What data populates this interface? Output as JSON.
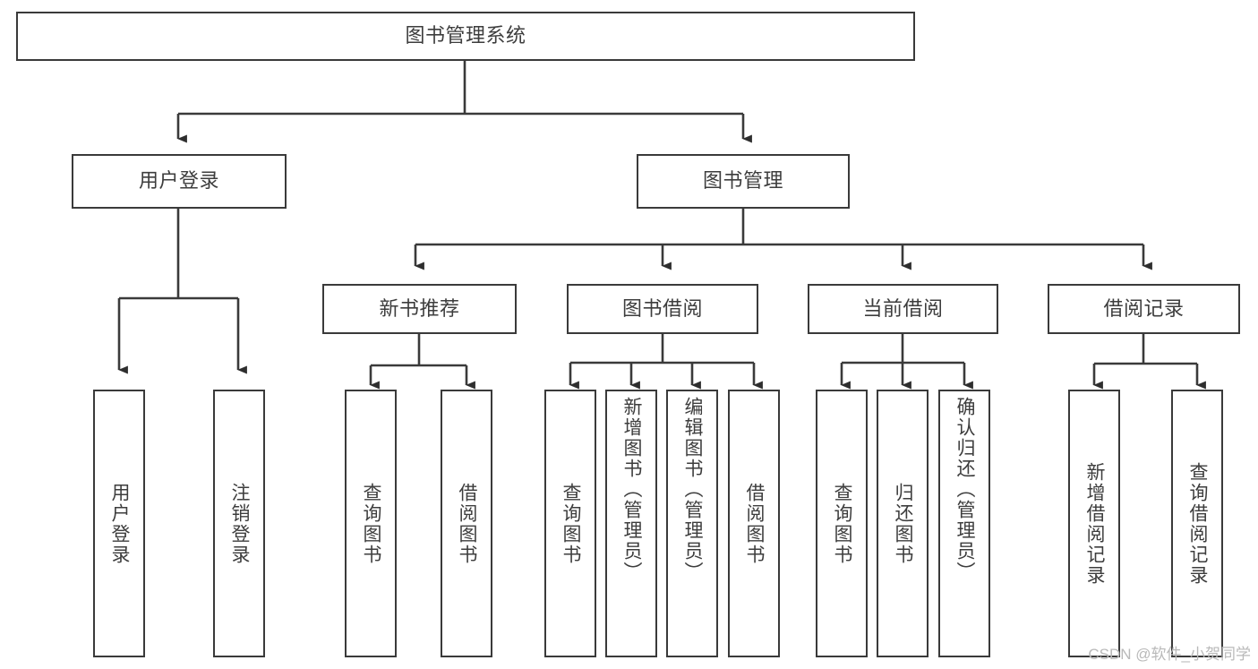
{
  "diagram": {
    "type": "tree-hierarchy-chart",
    "title": "图书管理系统",
    "stroke_color": "#3a3a3a",
    "text_color": "#3d3d3d",
    "background_color": "#ffffff",
    "root": {
      "label": "图书管理系统"
    },
    "level2": [
      {
        "label": "用户登录"
      },
      {
        "label": "图书管理"
      }
    ],
    "level3": [
      {
        "label": "新书推荐"
      },
      {
        "label": "图书借阅"
      },
      {
        "label": "当前借阅"
      },
      {
        "label": "借阅记录"
      }
    ],
    "leaves": [
      {
        "label": "用户登录",
        "parent": "用户登录"
      },
      {
        "label": "注销登录",
        "parent": "用户登录"
      },
      {
        "label": "查询图书",
        "parent": "新书推荐"
      },
      {
        "label": "借阅图书",
        "parent": "新书推荐"
      },
      {
        "label": "查询图书",
        "parent": "图书借阅"
      },
      {
        "label": "新增图书（管理员）",
        "parent": "图书借阅"
      },
      {
        "label": "编辑图书（管理员）",
        "parent": "图书借阅"
      },
      {
        "label": "借阅图书",
        "parent": "图书借阅"
      },
      {
        "label": "查询图书",
        "parent": "当前借阅"
      },
      {
        "label": "归还图书",
        "parent": "当前借阅"
      },
      {
        "label": "确认归还（管理员）",
        "parent": "当前借阅"
      },
      {
        "label": "新增借阅记录",
        "parent": "借阅记录"
      },
      {
        "label": "查询借阅记录",
        "parent": "借阅记录"
      }
    ]
  },
  "watermark": {
    "text": "CSDN @软件_小贺同学"
  }
}
